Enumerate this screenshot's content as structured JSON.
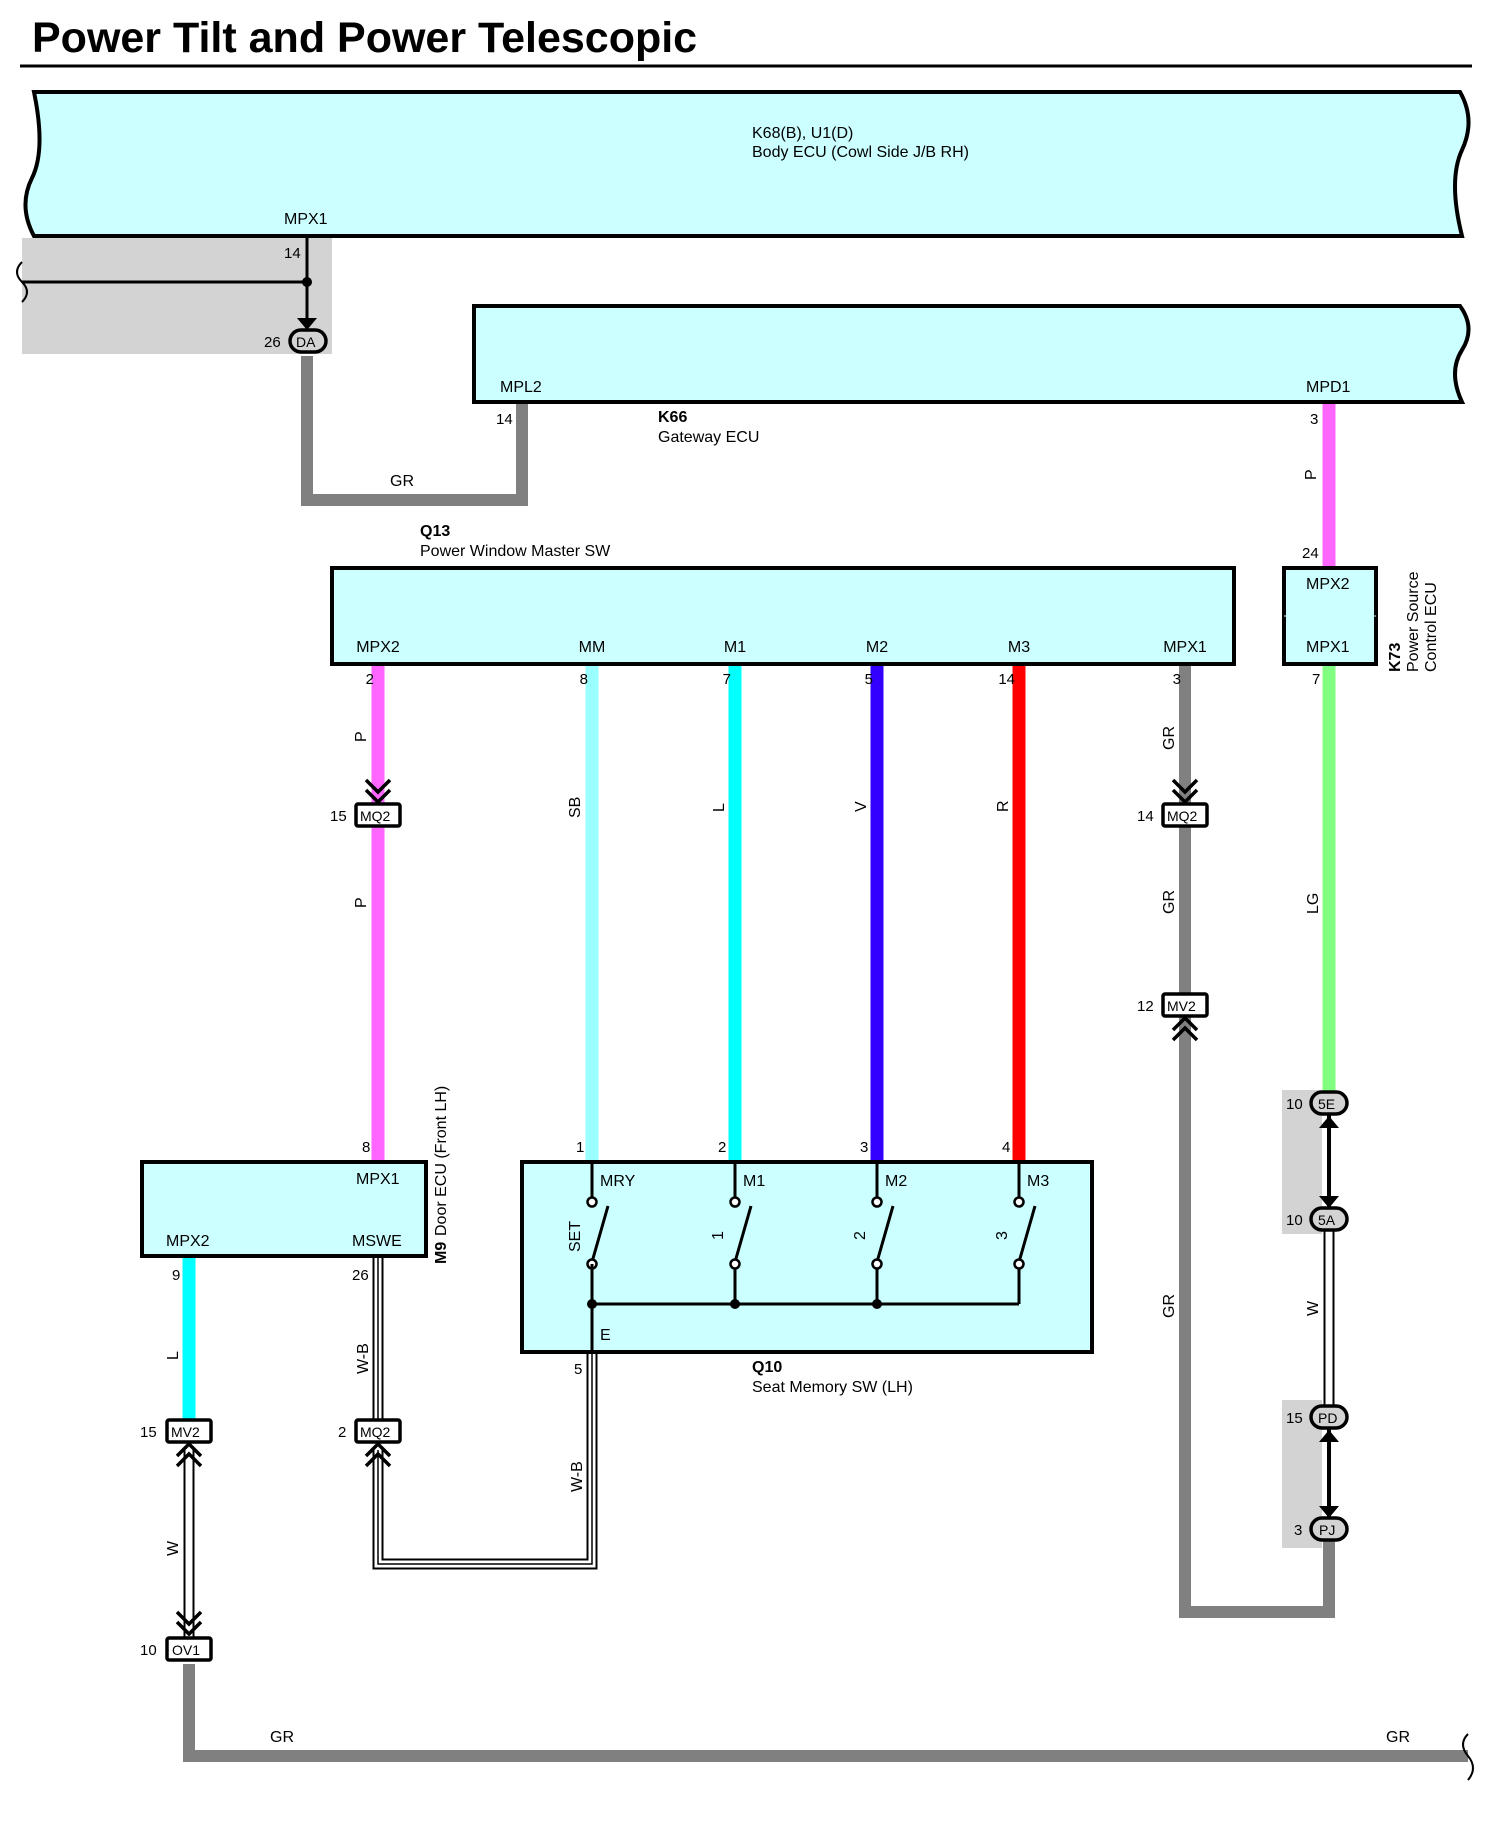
{
  "title": "Power Tilt and Power Telescopic",
  "components": {
    "body_ecu": {
      "code": "K68(B), U1(D)",
      "name": "Body ECU (Cowl Side J/B RH)",
      "pin_label": "MPX1",
      "pin_no": "14"
    },
    "gateway_ecu": {
      "code": "K66",
      "name": "Gateway ECU",
      "pin_mpl2": "MPL2",
      "pin_mpl2_no": "14",
      "pin_mpd1": "MPD1",
      "pin_mpd1_no": "3"
    },
    "pwm_switch": {
      "code": "Q13",
      "name": "Power Window Master SW",
      "pins": [
        {
          "label": "MPX2",
          "no": "2"
        },
        {
          "label": "MM",
          "no": "8"
        },
        {
          "label": "M1",
          "no": "7"
        },
        {
          "label": "M2",
          "no": "5"
        },
        {
          "label": "M3",
          "no": "14"
        },
        {
          "label": "MPX1",
          "no": "3"
        }
      ]
    },
    "power_source_ecu": {
      "code": "K73",
      "name_line1": "Power Source",
      "name_line2": "Control ECU",
      "pin_top": "MPX2",
      "pin_top_no": "24",
      "pin_bottom": "MPX1",
      "pin_bottom_no": "7"
    },
    "door_ecu": {
      "code": "M9",
      "name": "Door ECU (Front LH)",
      "pin_mpx1": "MPX1",
      "pin_mpx1_no": "8",
      "pin_mpx2": "MPX2",
      "pin_mpx2_no": "9",
      "pin_mswe": "MSWE",
      "pin_mswe_no": "26"
    },
    "seat_memory_sw": {
      "code": "Q10",
      "name": "Seat Memory SW (LH)",
      "pins": [
        {
          "label": "MRY",
          "no": "1",
          "switch": "SET"
        },
        {
          "label": "M1",
          "no": "2",
          "switch": "1"
        },
        {
          "label": "M2",
          "no": "3",
          "switch": "2"
        },
        {
          "label": "M3",
          "no": "4",
          "switch": "3"
        }
      ],
      "ground_label": "E",
      "ground_no": "5"
    }
  },
  "wire_colors": {
    "gr": "GR",
    "p": "P",
    "sb": "SB",
    "l": "L",
    "v": "V",
    "r": "R",
    "lg": "LG",
    "w": "W",
    "wb": "W-B"
  },
  "connectors": {
    "da": {
      "id": "DA",
      "pin": "26"
    },
    "mq2_p": {
      "id": "MQ2",
      "pin": "15"
    },
    "mq2_gr": {
      "id": "MQ2",
      "pin": "14"
    },
    "mv2_gr": {
      "id": "MV2",
      "pin": "12"
    },
    "j5e": {
      "id": "5E",
      "pin": "10"
    },
    "j5a": {
      "id": "5A",
      "pin": "10"
    },
    "pd": {
      "id": "PD",
      "pin": "15"
    },
    "pj": {
      "id": "PJ",
      "pin": "3"
    },
    "mv2_l": {
      "id": "MV2",
      "pin": "15"
    },
    "mq2_wb": {
      "id": "MQ2",
      "pin": "2"
    },
    "ov1": {
      "id": "OV1",
      "pin": "10"
    }
  },
  "colors": {
    "panel": "#ccffff",
    "gray": "#808080",
    "pink": "#ff66ff",
    "sky": "#99ffff",
    "blue": "#00ffff",
    "violet": "#3300ff",
    "red": "#ff0000",
    "green": "#80ff80"
  }
}
